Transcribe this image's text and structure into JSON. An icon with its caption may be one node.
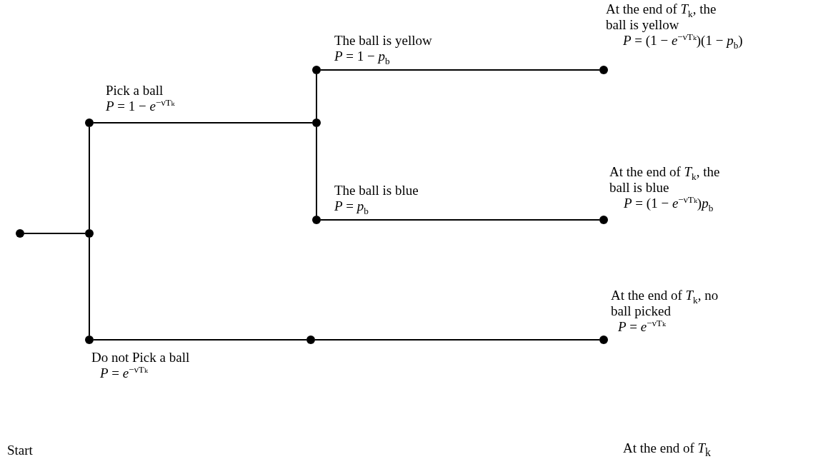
{
  "diagram": {
    "nodes": [
      {
        "text": [],
        "shape": "circle"
      },
      {
        "text": [],
        "shape": "circle"
      },
      {
        "text": [],
        "shape": "circle",
        "beside": [
          "Pick a ball",
          "*P* = 1 − *e*$^{−νTₖ}$"
        ]
      },
      {
        "text": [],
        "shape": "circle",
        "beside": [
          "Do not Pick a ball",
          "*P* = *e*$^{−νTₖ}$"
        ]
      },
      {
        "text": [],
        "shape": "circle"
      },
      {
        "text": [],
        "shape": "circle",
        "beside": [
          "The ball is yellow",
          "*P* = 1 − *p*$_{b}$"
        ]
      },
      {
        "text": [],
        "shape": "circle",
        "beside": [
          "The ball is blue",
          "*P* = *p*$_{b}$"
        ]
      },
      {
        "text": [],
        "shape": "circle"
      },
      {
        "text": [],
        "shape": "circle",
        "beside": [
          "At the end of *T*$_{k}$, the ball is yellow",
          "*P* = (1 − *e*$^{−νTₖ}$)(1 − *p*$_{b}$)"
        ]
      },
      {
        "text": [],
        "shape": "circle",
        "beside": [
          "At the end of *T*$_{k}$, the ball is blue",
          "*P* = (1 − *e*$^{−νTₖ}$)*p*$_{b}$"
        ]
      },
      {
        "text": [],
        "shape": "circle",
        "beside": [
          "At the end of *T*$_{k}$, no ball picked",
          "*P* = *e*$^{−νTₖ}$"
        ]
      }
    ],
    "edges": [
      {
        "from": 0,
        "to": 1,
        "arrow": "none"
      },
      {
        "from": 1,
        "to": 2,
        "arrow": "none"
      },
      {
        "from": 1,
        "to": 3,
        "arrow": "none"
      },
      {
        "from": 2,
        "to": 4,
        "arrow": "none"
      },
      {
        "from": 4,
        "to": 5,
        "arrow": "none"
      },
      {
        "from": 4,
        "to": 6,
        "arrow": "none"
      },
      {
        "from": 5,
        "to": 8,
        "arrow": "none"
      },
      {
        "from": 6,
        "to": 9,
        "arrow": "none"
      },
      {
        "from": 3,
        "to": 7,
        "arrow": "none"
      },
      {
        "from": 7,
        "to": 10,
        "arrow": "none"
      }
    ],
    "labels": [
      "Start",
      "At the end of *T*$_{k}$"
    ]
  }
}
